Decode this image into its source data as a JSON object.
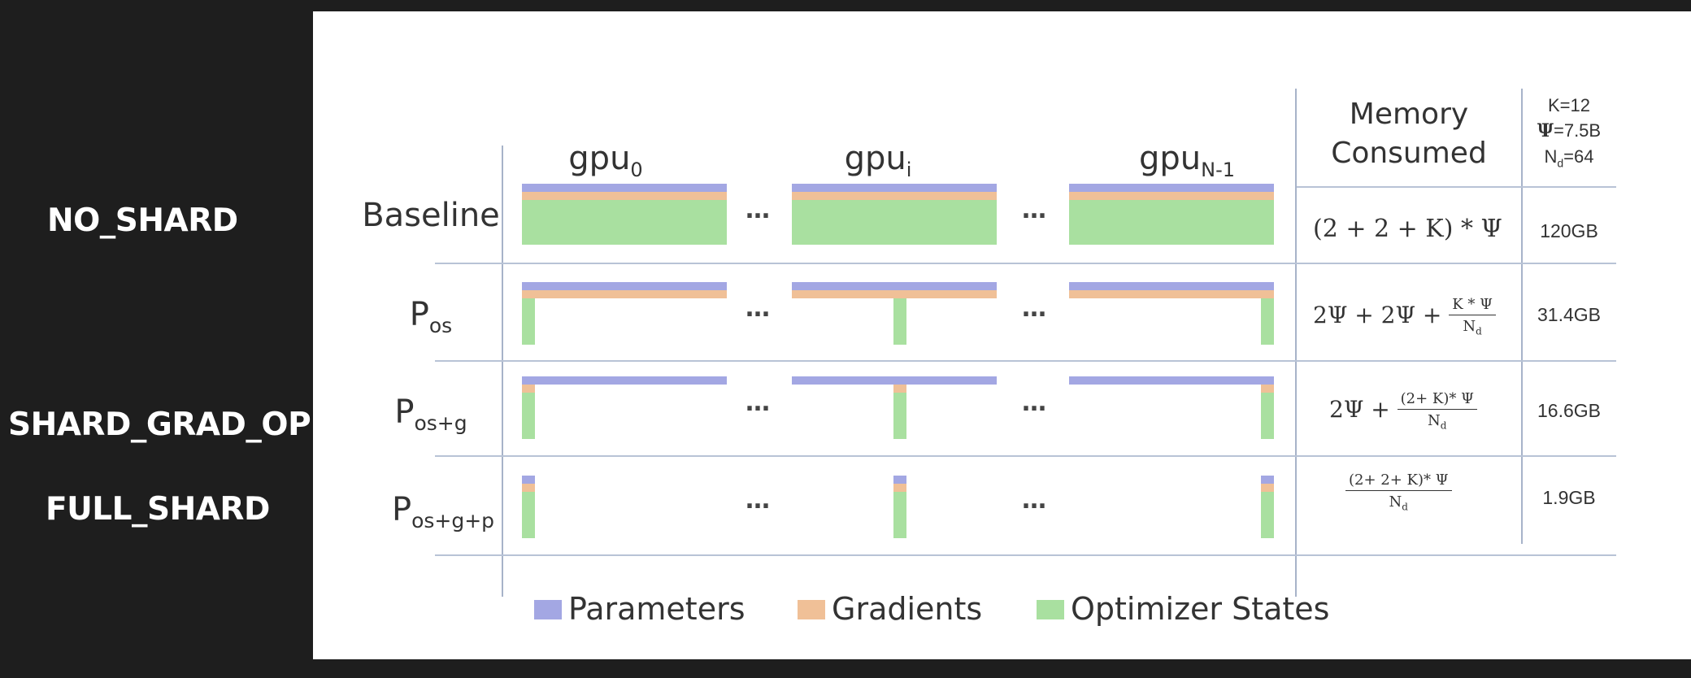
{
  "side_labels": {
    "no_shard": "NO_SHARD",
    "shard_grad_op": "SHARD_GRAD_OP",
    "full_shard": "FULL_SHARD"
  },
  "gpus": [
    {
      "base": "gpu",
      "sub": "0"
    },
    {
      "base": "gpu",
      "sub": "i"
    },
    {
      "base": "gpu",
      "sub": "N-1"
    }
  ],
  "ellipsis": "…",
  "rows": [
    {
      "label": "Baseline",
      "sub": "",
      "formula_text": "(2 + 2 + K) * Ψ",
      "memory": "120GB"
    },
    {
      "label": "P",
      "sub": "os",
      "formula_prefix": "2Ψ + 2Ψ + ",
      "frac_num": "K * Ψ",
      "frac_den": "N",
      "frac_den_sub": "d",
      "memory": "31.4GB"
    },
    {
      "label": "P",
      "sub": "os+g",
      "formula_prefix": "2Ψ + ",
      "frac_num": "(2+ K)* Ψ",
      "frac_den": "N",
      "frac_den_sub": "d",
      "memory": "16.6GB"
    },
    {
      "label": "P",
      "sub": "os+g+p",
      "formula_prefix": "",
      "frac_num": "(2+ 2+ K)* Ψ",
      "frac_den": "N",
      "frac_den_sub": "d",
      "memory": "1.9GB"
    }
  ],
  "memory_header": {
    "line1": "Memory",
    "line2": "Consumed"
  },
  "constants": {
    "k": "K=12",
    "psi_sym": "Ψ",
    "psi_val": "=7.5B",
    "nd_base": "N",
    "nd_sub": "d",
    "nd_val": "=64"
  },
  "legend": [
    {
      "label": "Parameters",
      "color": "#a3a7e3"
    },
    {
      "label": "Gradients",
      "color": "#f0c097"
    },
    {
      "label": "Optimizer States",
      "color": "#a9e0a0"
    }
  ]
}
